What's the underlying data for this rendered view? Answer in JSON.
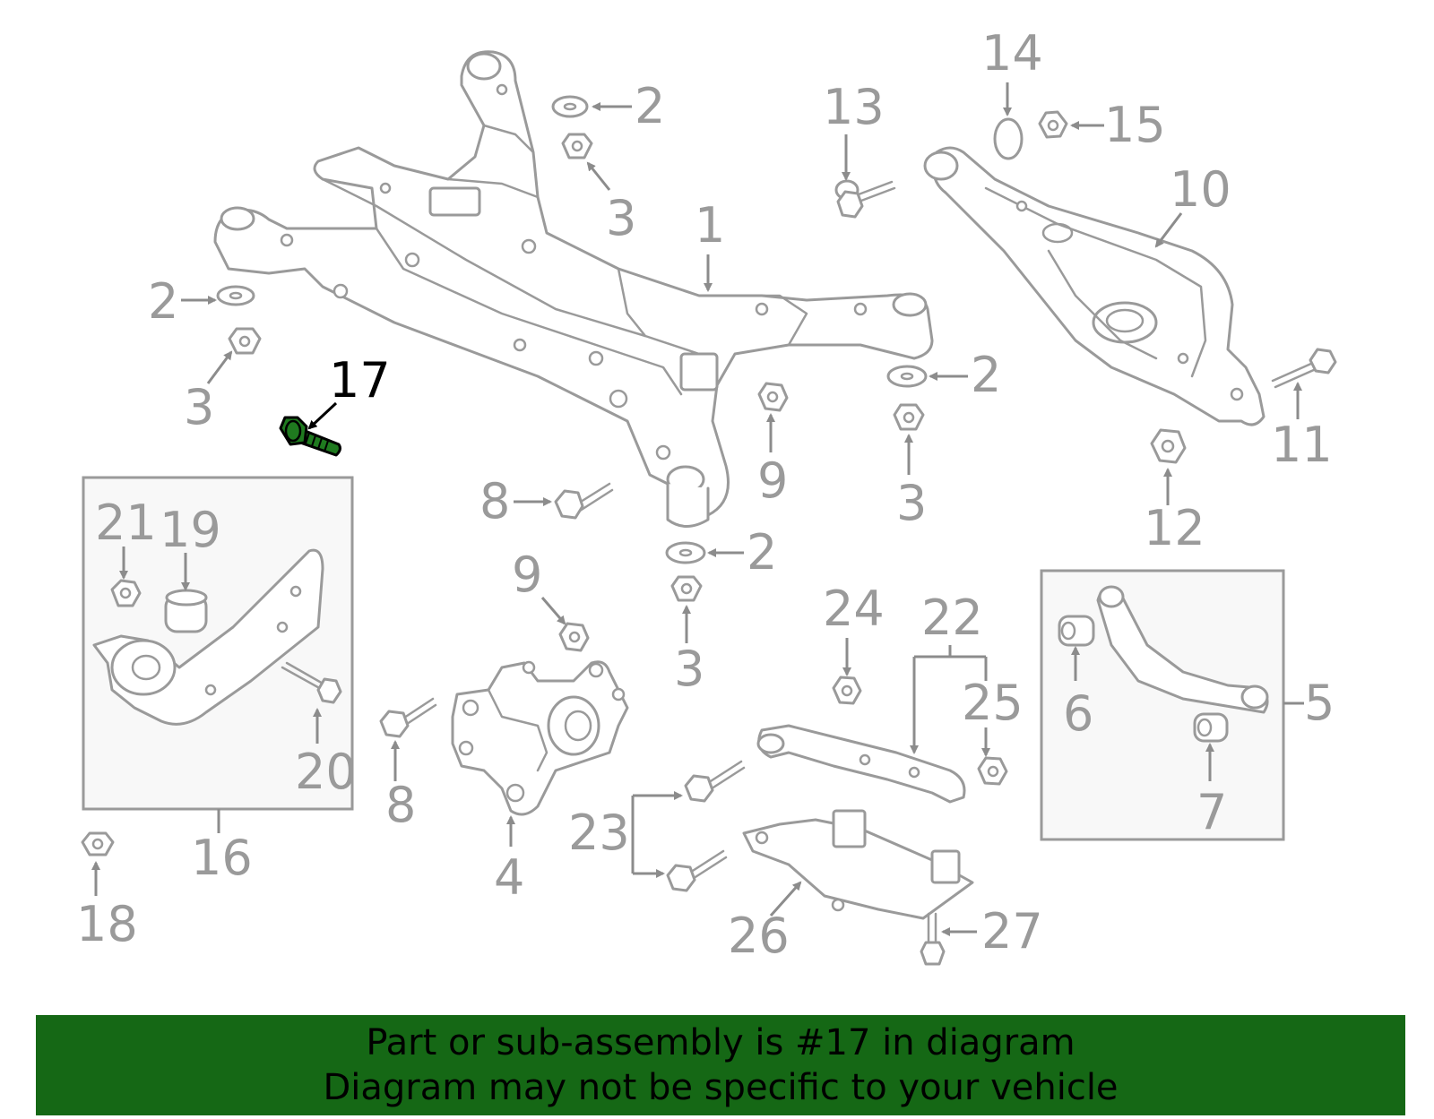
{
  "callouts": {
    "c1": "1",
    "c2a": "2",
    "c2b": "2",
    "c2c": "2",
    "c2d": "2",
    "c3a": "3",
    "c3b": "3",
    "c3c": "3",
    "c3d": "3",
    "c4": "4",
    "c5": "5",
    "c6": "6",
    "c7": "7",
    "c8a": "8",
    "c8b": "8",
    "c9a": "9",
    "c9b": "9",
    "c10": "10",
    "c11": "11",
    "c12": "12",
    "c13": "13",
    "c14": "14",
    "c15": "15",
    "c16": "16",
    "c17": "17",
    "c18": "18",
    "c19": "19",
    "c20": "20",
    "c21": "21",
    "c22": "22",
    "c23": "23",
    "c24": "24",
    "c25": "25",
    "c26": "26",
    "c27": "27"
  },
  "highlight_color": "#1f7a1f",
  "banner": {
    "line1": "Part or sub-assembly is #17 in diagram",
    "line2": "Diagram may not be specific to your vehicle",
    "background": "#156815"
  }
}
